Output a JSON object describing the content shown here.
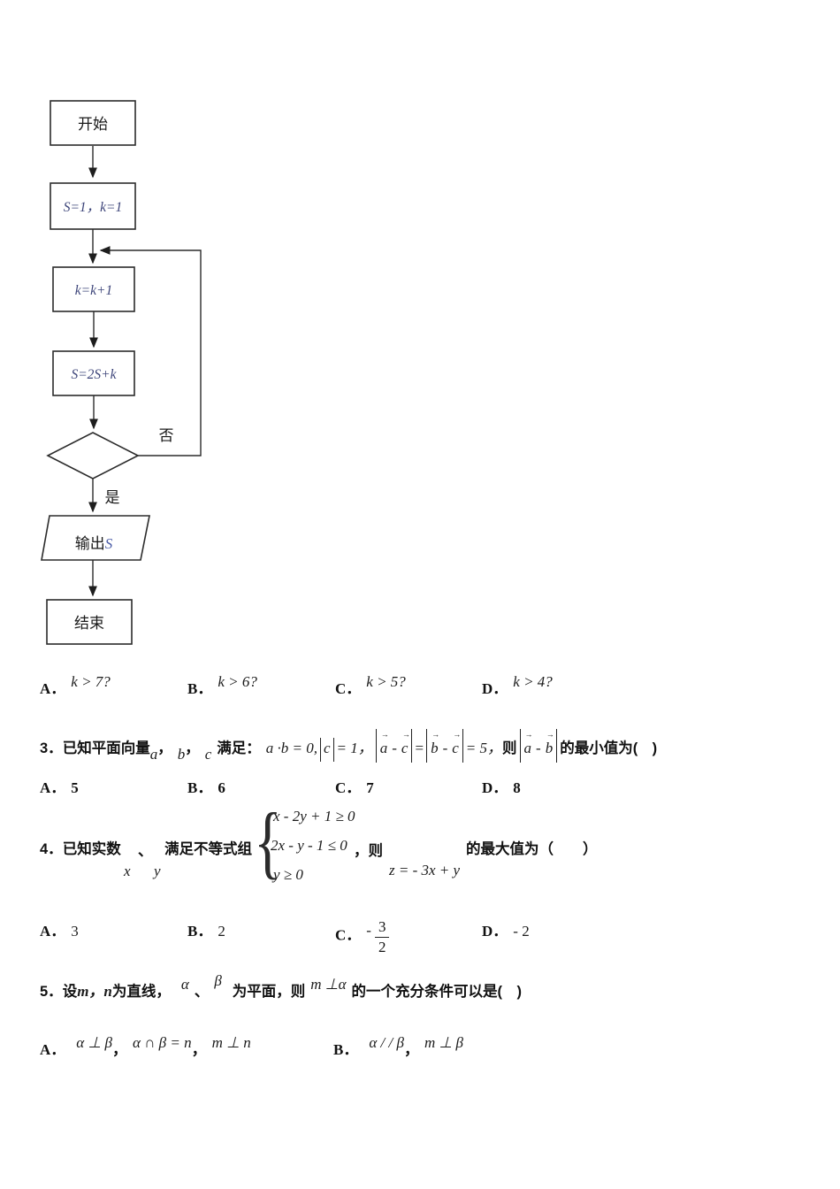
{
  "icons": {
    "vector_arrow": "→"
  },
  "flowchart": {
    "start_label": "开始",
    "init_label": "S=1，k=1",
    "increment_label": "k=k+1",
    "accumulate_label": "S=2S+k",
    "no_label": "否",
    "yes_label": "是",
    "output_prefix": "输出",
    "output_var": "S",
    "end_label": "结束"
  },
  "q2_options": [
    {
      "letter": "A．",
      "text": "k > 7?"
    },
    {
      "letter": "B．",
      "text": "k > 6?"
    },
    {
      "letter": "C．",
      "text": "k > 5?"
    },
    {
      "letter": "D．",
      "text": "k > 4?"
    }
  ],
  "q3": {
    "number": "3．",
    "lead": "已知平面向量",
    "var_a": "a",
    "comma1": "，",
    "var_b": "b",
    "comma2": "，",
    "var_c": "c",
    "satisfy": "满足：",
    "dot_product": "a ·b = 0,",
    "eq_one": "= 1，",
    "minus": "-",
    "equals": "=",
    "eq_five": "= 5，",
    "then": "则",
    "tail": "的最小值为(　)",
    "options": [
      {
        "letter": "A．",
        "text": "5"
      },
      {
        "letter": "B．",
        "text": "6"
      },
      {
        "letter": "C．",
        "text": "7"
      },
      {
        "letter": "D．",
        "text": "8"
      }
    ]
  },
  "q4": {
    "number": "4．",
    "lead": "已知实数",
    "var_x": "x",
    "pause": "、",
    "var_y": "y",
    "satisfy": "满足不等式组",
    "brace": "{",
    "ineq1": "x - 2y + 1 ≥ 0",
    "ineq2": "2x - y - 1 ≤ 0",
    "ineq3": "y ≥ 0",
    "comma_then": "，则",
    "objective": "z = - 3x + y",
    "tail": "的最大值为（　　）",
    "options": [
      {
        "letter": "A．",
        "text": "3"
      },
      {
        "letter": "B．",
        "text": "2"
      },
      {
        "letter": "C．",
        "neg": "-",
        "numerator": "3",
        "denominator": "2"
      },
      {
        "letter": "D．",
        "text": "- 2"
      }
    ]
  },
  "q5": {
    "number": "5．",
    "lead1": "设",
    "vars_mn": "m，n",
    "lead2": "为直线，",
    "alpha": "α",
    "pause": "、",
    "beta": "β",
    "lead3": "为平面，则",
    "cond": "m ⊥α",
    "tail": "的一个充分条件可以是(　)",
    "options": [
      {
        "letter": "A．",
        "part1": "α ⊥ β",
        "comma1": "，",
        "part2": "α ∩ β = n",
        "comma2": "，",
        "part3": "m ⊥ n"
      },
      {
        "letter": "B．",
        "part1": "α / / β",
        "comma1": "，",
        "part2": "m ⊥ β"
      }
    ]
  }
}
